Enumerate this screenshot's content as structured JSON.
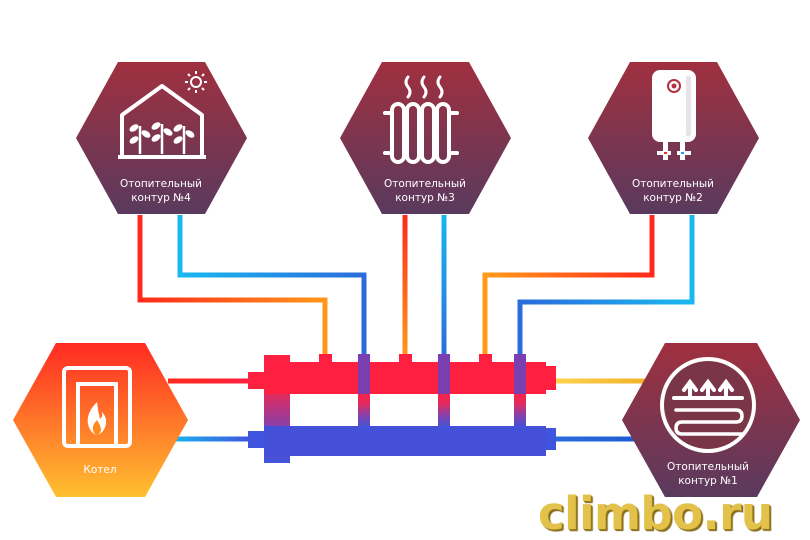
{
  "colors": {
    "hot": "#ff2a1a",
    "cold": "#1aa6f2",
    "hex_top": "#a0303f",
    "hex_bottom": "#5a3a5e",
    "boiler_top": "#ff2a22",
    "boiler_bottom": "#ffc030",
    "manifold_hot": "#ff2040",
    "manifold_cold": "#3f55dd"
  },
  "nodes": {
    "circuit4": {
      "line1": "Отопительный",
      "line2": "контур  №4",
      "icon": "greenhouse-icon"
    },
    "circuit3": {
      "line1": "Отопительный",
      "line2": "контур  №3",
      "icon": "radiator-icon"
    },
    "circuit2": {
      "line1": "Отопительный",
      "line2": "контур  №2",
      "icon": "water-heater-icon"
    },
    "circuit1": {
      "line1": "Отопительный",
      "line2": "контур  №1",
      "icon": "underfloor-heating-icon"
    },
    "boiler": {
      "label": "Котел",
      "icon": "boiler-icon"
    }
  },
  "watermark": "climbo.ru"
}
